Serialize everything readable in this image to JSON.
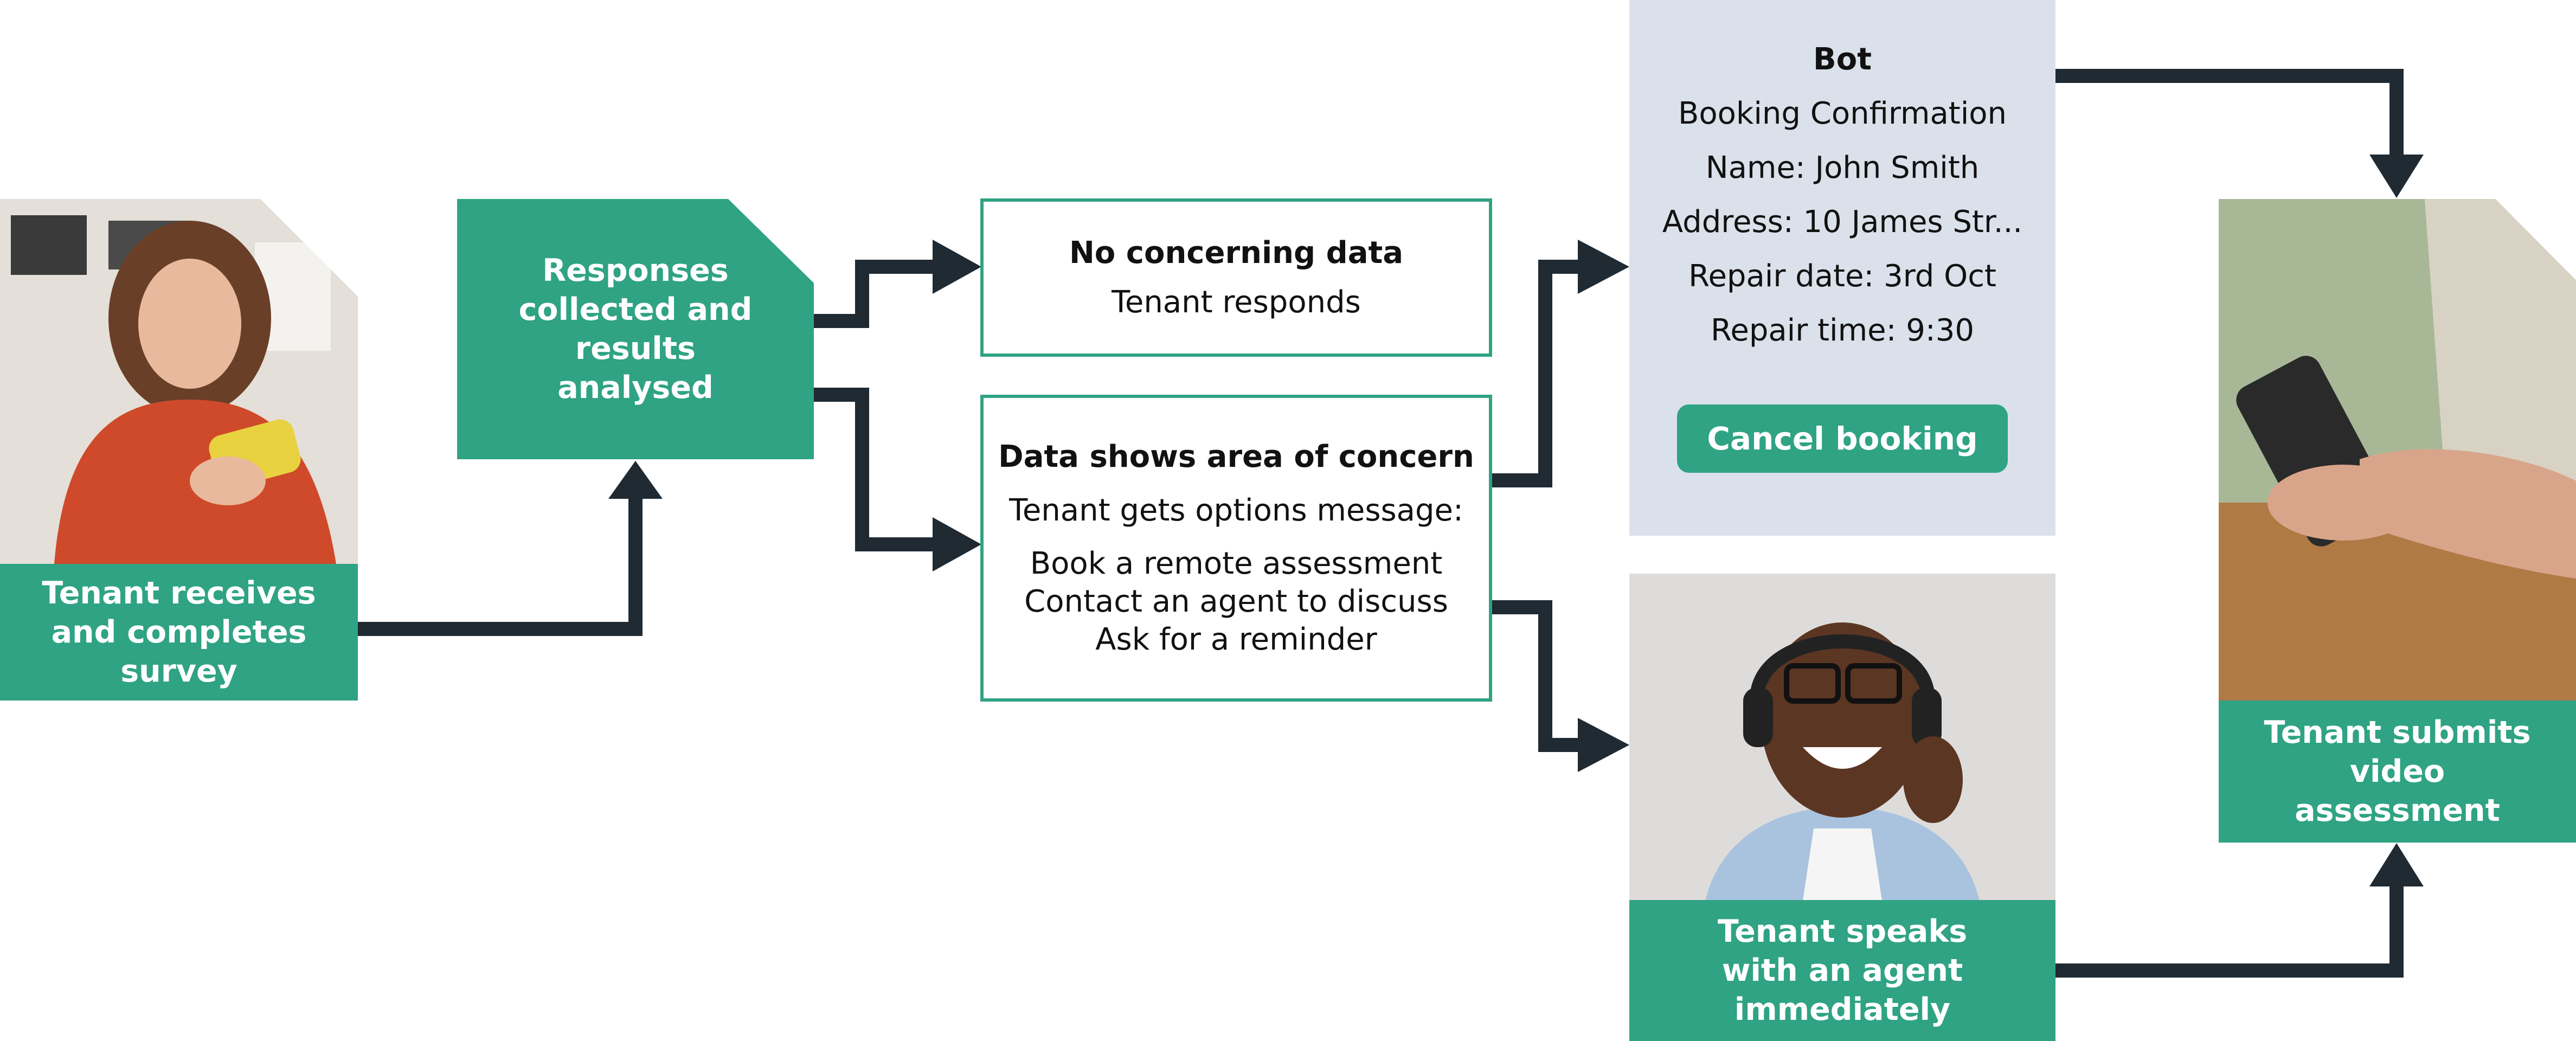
{
  "nodes": {
    "tenant_survey": "Tenant receives and completes survey",
    "responses": "Responses collected and results analysed",
    "no_concern": {
      "title": "No concerning data",
      "lines": [
        "Tenant responds"
      ]
    },
    "concern": {
      "title": "Data shows area of concern",
      "intro": "Tenant gets options message:",
      "options": [
        "Book a remote assessment",
        "Contact an agent to discuss",
        "Ask for a reminder"
      ]
    },
    "bot": {
      "title": "Bot",
      "lines": [
        "Booking Confirmation",
        "Name: John Smith",
        "Address: 10 James Str...",
        "Repair date: 3rd Oct",
        "Repair time: 9:30"
      ],
      "button": "Cancel booking"
    },
    "agent": "Tenant speaks with an agent immediately",
    "video": "Tenant submits video assessment"
  },
  "colors": {
    "green": "#2fa383",
    "arrow": "#1f2a33",
    "bot_bg": "#dae1ea"
  }
}
